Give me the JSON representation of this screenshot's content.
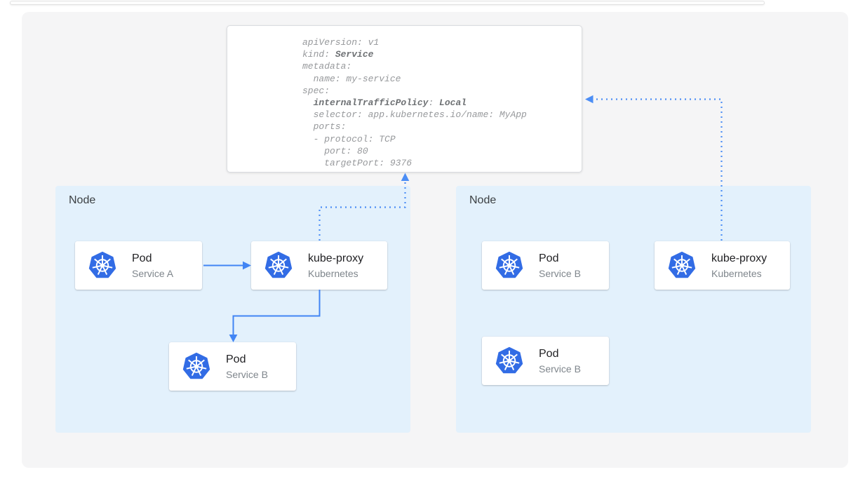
{
  "colors": {
    "accent_blue": "#4285f4",
    "dotted_blue": "#4c8ef5",
    "kubernetes_blue": "#326ce5",
    "node_bg": "#e3f1fc",
    "canvas_bg": "#f5f5f6"
  },
  "icons": {
    "kubernetes": "kubernetes-wheel-heptagon"
  },
  "yaml": {
    "lines": [
      [
        {
          "t": "apiVersion: v1"
        }
      ],
      [
        {
          "t": "kind: "
        },
        {
          "t": "Service"
        }
      ],
      [
        {
          "t": "metadata:"
        }
      ],
      [
        {
          "t": "  name: my-service"
        }
      ],
      [
        {
          "t": "spec:"
        }
      ],
      [
        {
          "t": "  "
        },
        {
          "t": "internalTrafficPolicy"
        },
        {
          "t": ": "
        },
        {
          "t": "Local"
        }
      ],
      [
        {
          "t": "  selector: app.kubernetes.io/name: MyApp"
        }
      ],
      [
        {
          "t": "  ports:"
        }
      ],
      [
        {
          "t": "  - protocol: TCP"
        }
      ],
      [
        {
          "t": "    port: 80"
        }
      ],
      [
        {
          "t": "    targetPort: 9376"
        }
      ]
    ]
  },
  "nodes": [
    {
      "label": "Node",
      "cards": [
        {
          "title": "Pod",
          "subtitle": "Service A"
        },
        {
          "title": "kube-proxy",
          "subtitle": "Kubernetes"
        },
        {
          "title": "Pod",
          "subtitle": "Service B"
        }
      ]
    },
    {
      "label": "Node",
      "cards": [
        {
          "title": "Pod",
          "subtitle": "Service B"
        },
        {
          "title": "kube-proxy",
          "subtitle": "Kubernetes"
        },
        {
          "title": "Pod",
          "subtitle": "Service B"
        }
      ]
    }
  ]
}
